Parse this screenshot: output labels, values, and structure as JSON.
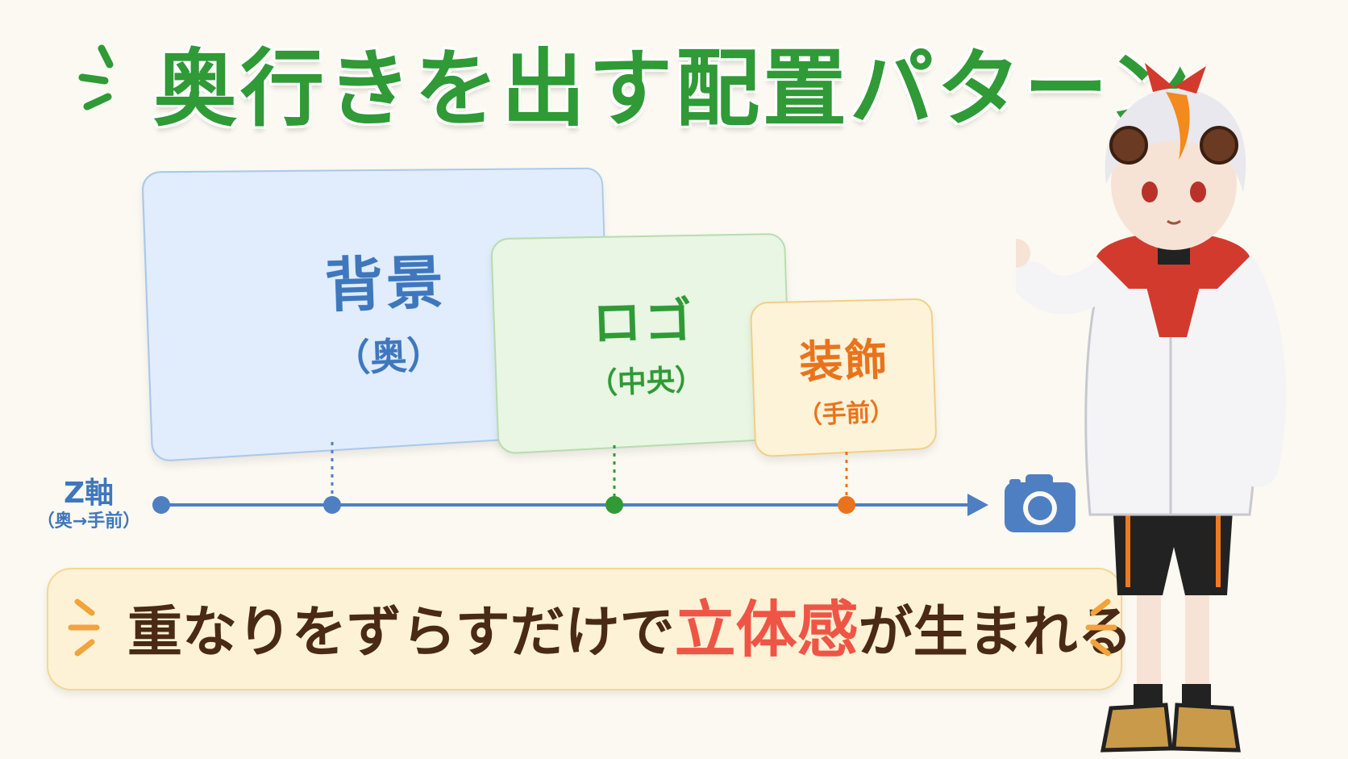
{
  "title": "奥行きを出す配置パターン",
  "layers": {
    "background": {
      "main": "背景",
      "sub": "（奥）"
    },
    "logo": {
      "main": "ロゴ",
      "sub": "（中央）"
    },
    "decoration": {
      "main": "装飾",
      "sub": "（手前）"
    }
  },
  "axis": {
    "label": "Z軸",
    "sublabel": "（奥→手前）"
  },
  "banner": {
    "before": "重なりをずらすだけで",
    "highlight": "立体感",
    "after": "が生まれる"
  },
  "icons": {
    "camera": "camera-icon",
    "spark_title": "spark-lines-icon",
    "spark_banner_left": "spark-lines-icon",
    "spark_banner_right": "spark-lines-icon",
    "character": "pointing-character-illustration"
  },
  "colors": {
    "title_green": "#2f9a36",
    "background_blue": "#3f77bd",
    "logo_green": "#2f9a36",
    "decoration_orange": "#e8731c",
    "highlight_red": "#ef5545",
    "banner_text": "#4a2a14",
    "spark_orange": "#f2a33a",
    "axis_blue": "#4f7fc3"
  }
}
